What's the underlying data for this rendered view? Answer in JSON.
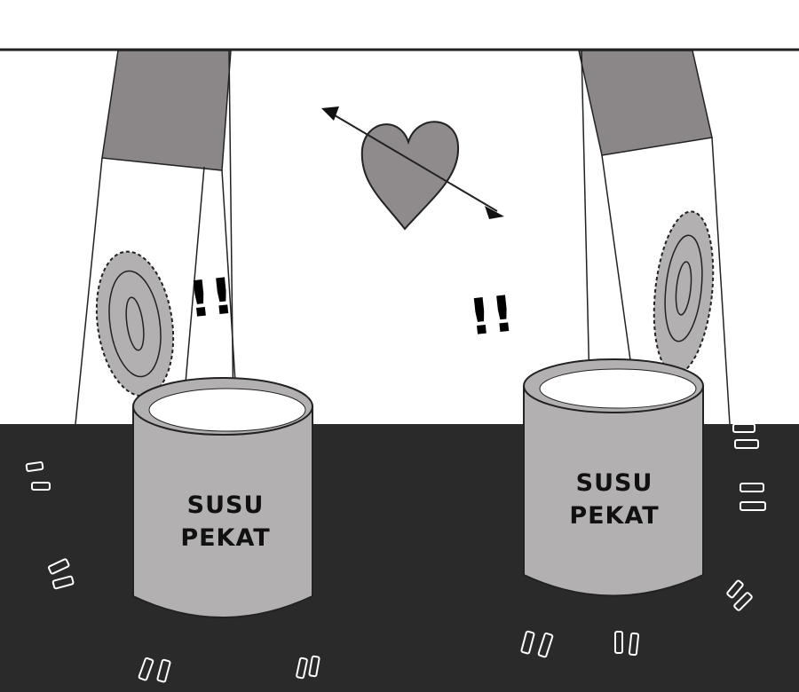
{
  "left_can": {
    "line1": "SUSU",
    "line2": "PEKAT"
  },
  "right_can": {
    "line1": "SUSU",
    "line2": "PEKAT"
  },
  "exclamation_left": "!!",
  "exclamation_right": "!!",
  "colors": {
    "floor": "#2a2a2a",
    "can": "#b3b0b1",
    "trousers": "#8b8688",
    "heart": "#8f8a8c",
    "paper": "#ffffff"
  }
}
